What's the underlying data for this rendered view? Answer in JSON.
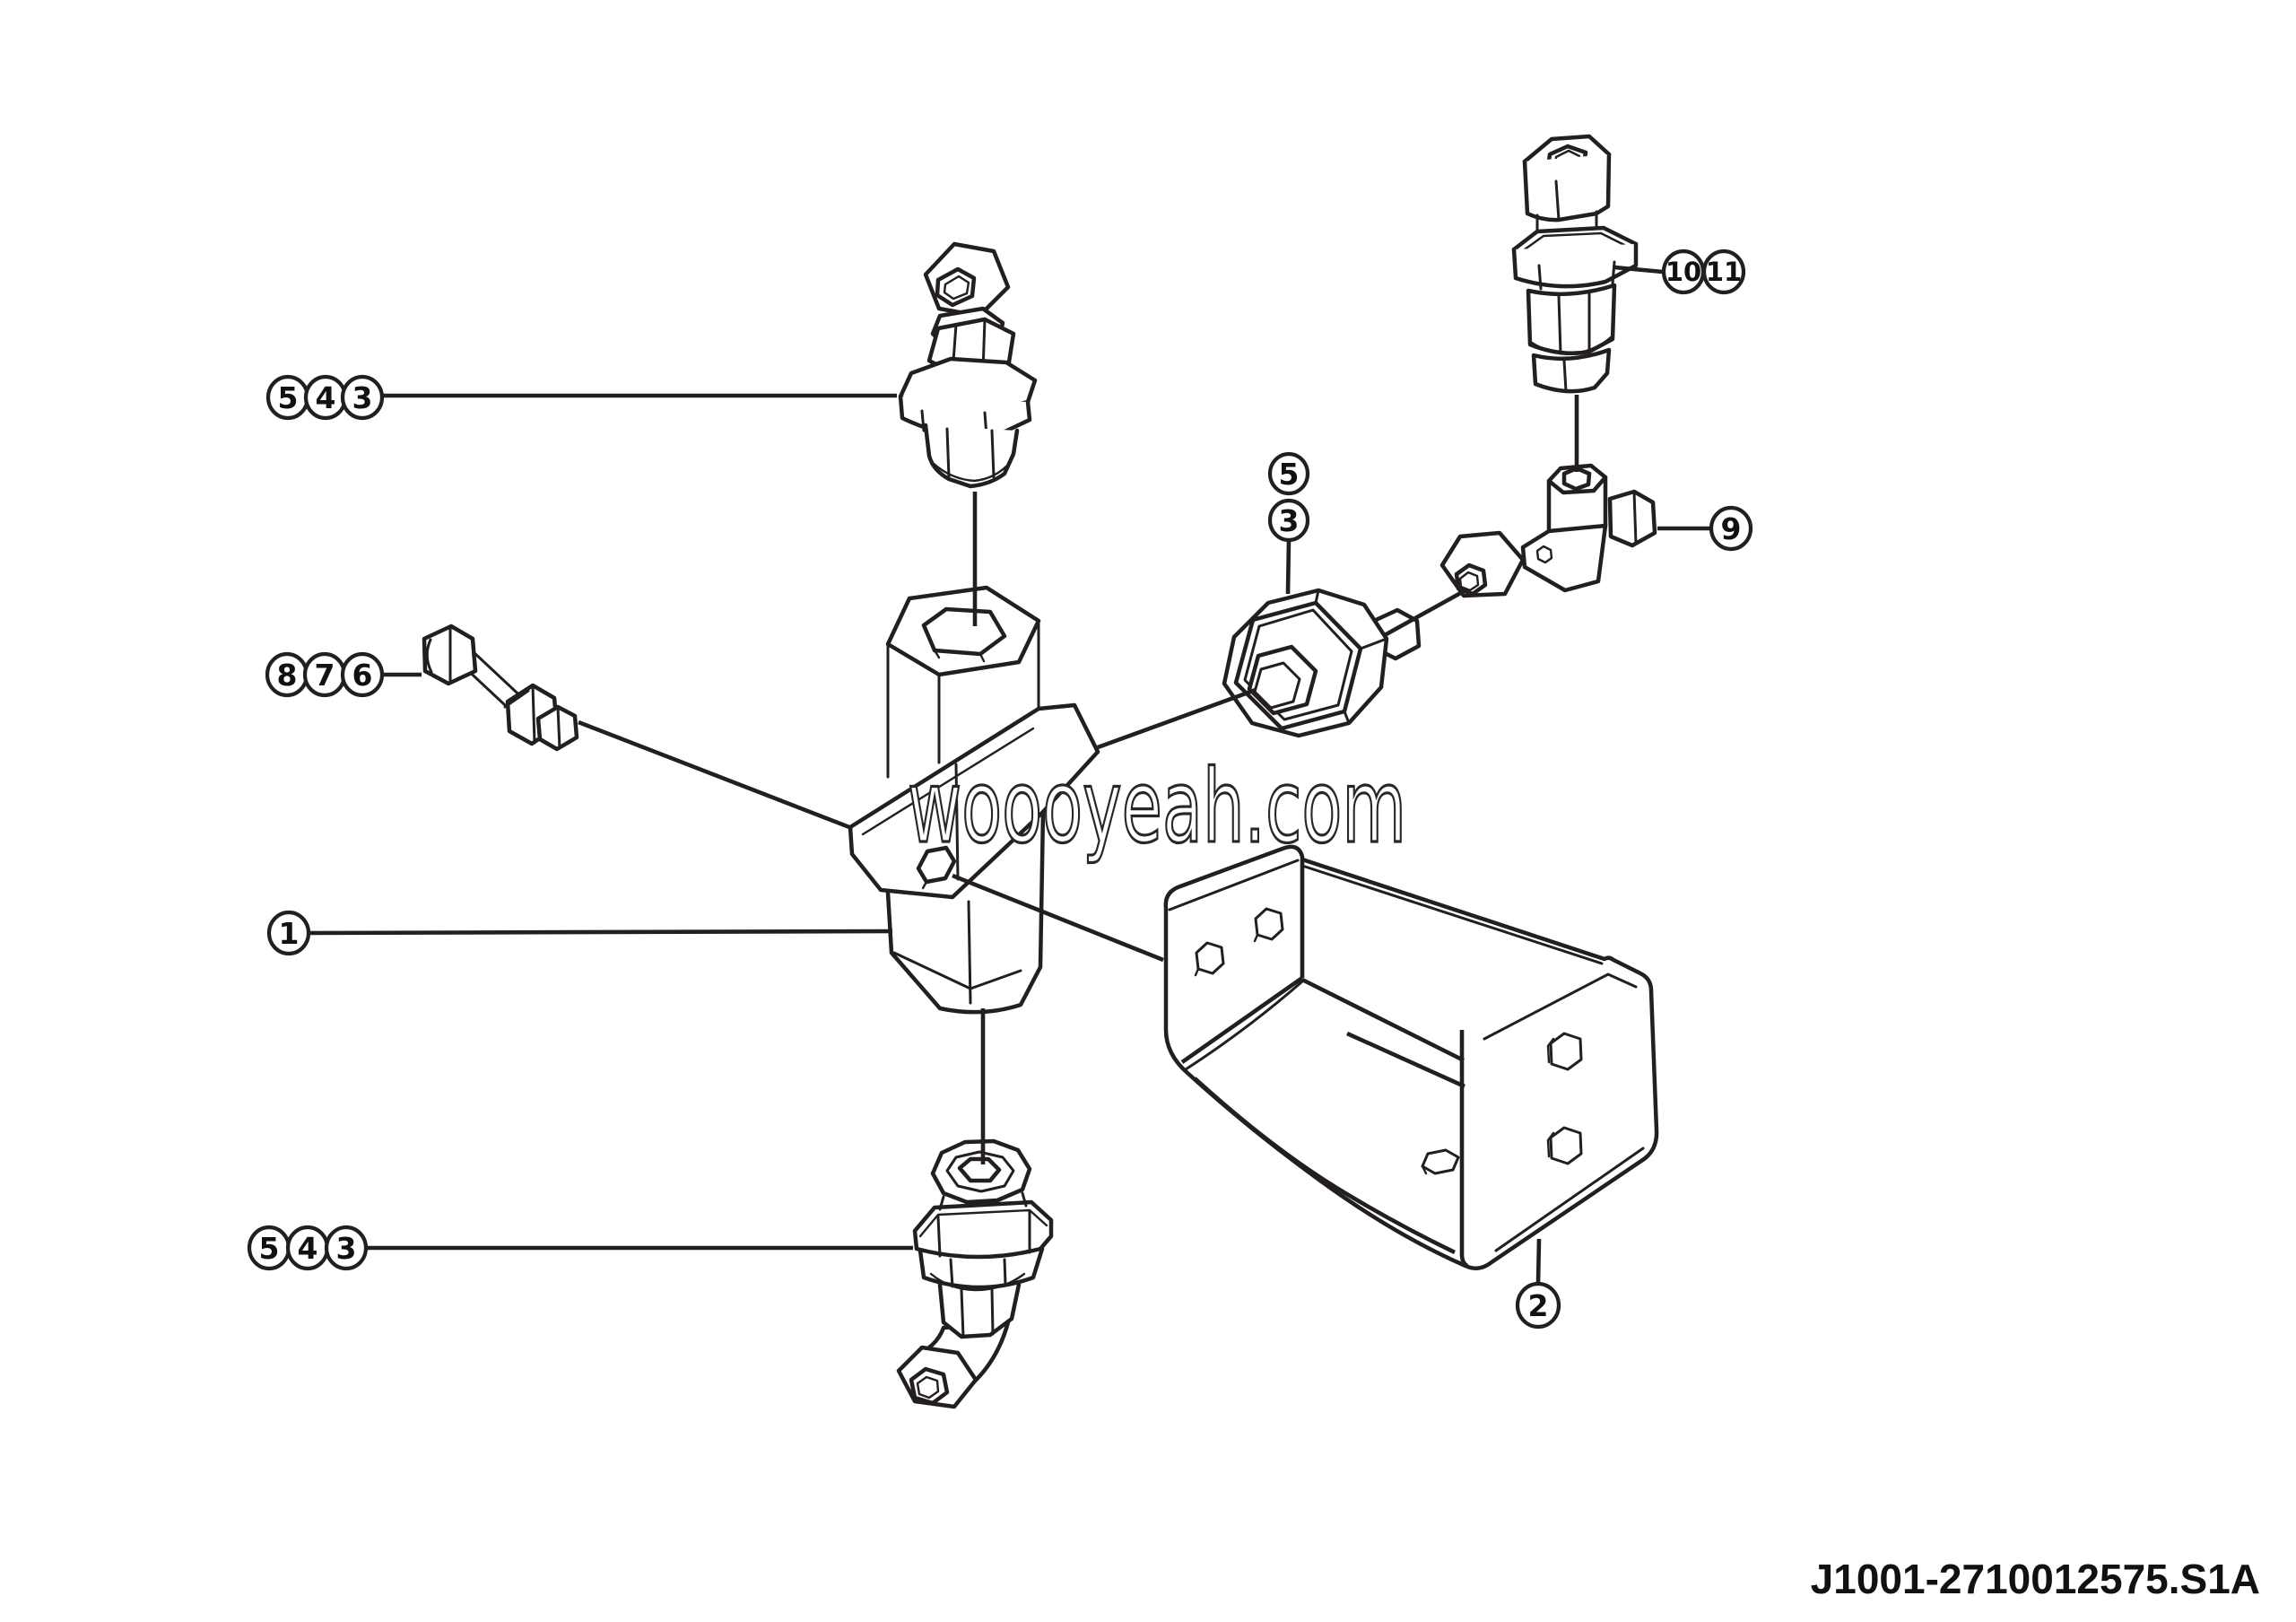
{
  "diagram": {
    "watermark": "woooyeah.com",
    "drawing_code": "J1001-2710012575.S1A",
    "background_color": "#ffffff",
    "line_color": "#231f20"
  },
  "callouts": {
    "top_left": [
      "5",
      "4",
      "3"
    ],
    "left": [
      "8",
      "7",
      "6"
    ],
    "block": [
      "1"
    ],
    "bottom_left": [
      "5",
      "4",
      "3"
    ],
    "center": [
      "5",
      "3"
    ],
    "tee": [
      "9"
    ],
    "top_right": [
      "10",
      "11"
    ],
    "bracket": [
      "2"
    ]
  }
}
